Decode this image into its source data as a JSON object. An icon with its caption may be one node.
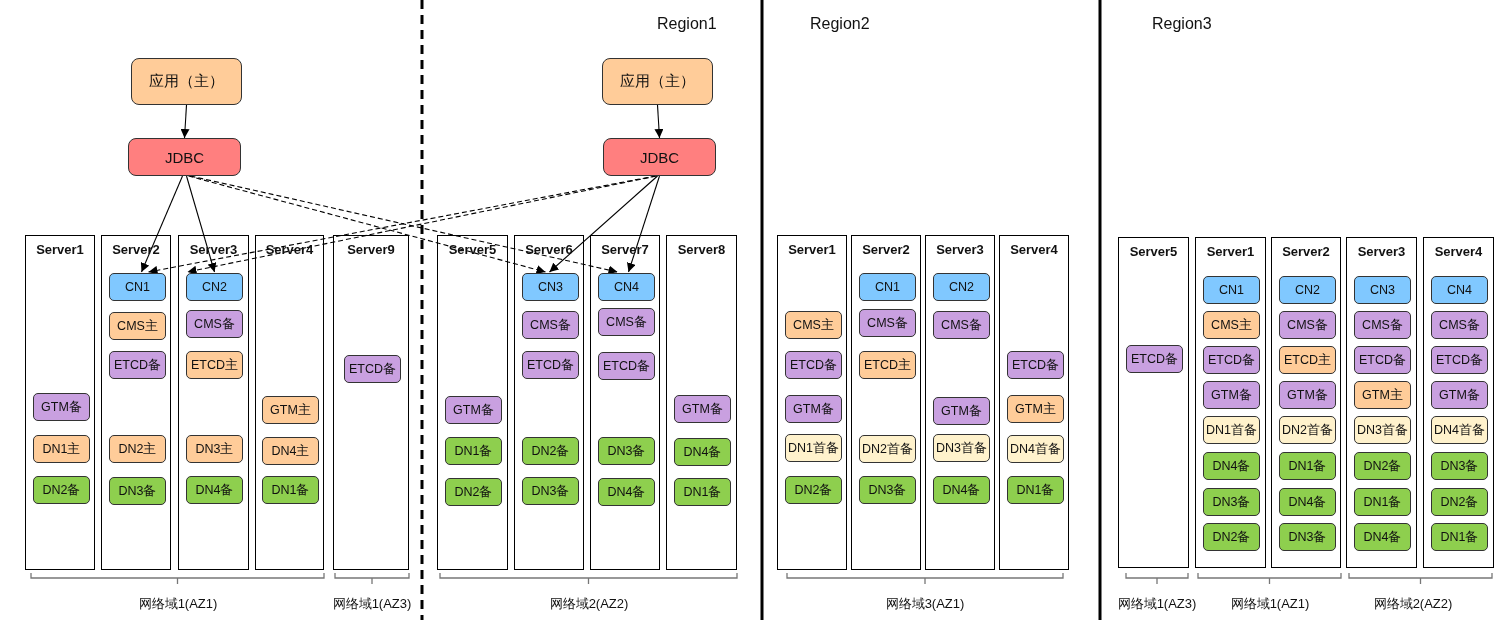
{
  "diagram": {
    "nodes": [
      {
        "text": [
          "应用（主）"
        ]
      },
      {
        "text": [
          "JDBC"
        ]
      },
      {
        "text": [
          "应用（主）"
        ]
      },
      {
        "text": [
          "JDBC"
        ]
      },
      {
        "text": [
          "Server1"
        ]
      },
      {
        "text": [
          "GTM备"
        ],
        "in": 4
      },
      {
        "text": [
          "DN1主"
        ],
        "in": 4
      },
      {
        "text": [
          "DN2备"
        ],
        "in": 4
      },
      {
        "text": [
          "Server2"
        ]
      },
      {
        "text": [
          "CN1"
        ],
        "in": 8
      },
      {
        "text": [
          "CMS主"
        ],
        "in": 8
      },
      {
        "text": [
          "ETCD备"
        ],
        "in": 8
      },
      {
        "text": [
          "DN2主"
        ],
        "in": 8
      },
      {
        "text": [
          "DN3备"
        ],
        "in": 8
      },
      {
        "text": [
          "Server3"
        ]
      },
      {
        "text": [
          "CN2"
        ],
        "in": 14
      },
      {
        "text": [
          "CMS备"
        ],
        "in": 14
      },
      {
        "text": [
          "ETCD主"
        ],
        "in": 14
      },
      {
        "text": [
          "DN3主"
        ],
        "in": 14
      },
      {
        "text": [
          "DN4备"
        ],
        "in": 14
      },
      {
        "text": [
          "Server4"
        ]
      },
      {
        "text": [
          "GTM主"
        ],
        "in": 20
      },
      {
        "text": [
          "DN4主"
        ],
        "in": 20
      },
      {
        "text": [
          "DN1备"
        ],
        "in": 20
      },
      {
        "text": [
          "Server9"
        ]
      },
      {
        "text": [
          "ETCD备"
        ],
        "in": 24
      },
      {
        "text": [
          "Server5"
        ]
      },
      {
        "text": [
          "GTM备"
        ],
        "in": 26
      },
      {
        "text": [
          "DN1备"
        ],
        "in": 26
      },
      {
        "text": [
          "DN2备"
        ],
        "in": 26
      },
      {
        "text": [
          "Server6"
        ]
      },
      {
        "text": [
          "CN3"
        ],
        "in": 30
      },
      {
        "text": [
          "CMS备"
        ],
        "in": 30
      },
      {
        "text": [
          "ETCD备"
        ],
        "in": 30
      },
      {
        "text": [
          "DN2备"
        ],
        "in": 30
      },
      {
        "text": [
          "DN3备"
        ],
        "in": 30
      },
      {
        "text": [
          "Server7"
        ]
      },
      {
        "text": [
          "CN4"
        ],
        "in": 36
      },
      {
        "text": [
          "CMS备"
        ],
        "in": 36
      },
      {
        "text": [
          "ETCD备"
        ],
        "in": 36
      },
      {
        "text": [
          "DN3备"
        ],
        "in": 36
      },
      {
        "text": [
          "DN4备"
        ],
        "in": 36
      },
      {
        "text": [
          "Server8"
        ]
      },
      {
        "text": [
          "GTM备"
        ],
        "in": 42
      },
      {
        "text": [
          "DN4备"
        ],
        "in": 42
      },
      {
        "text": [
          "DN1备"
        ],
        "in": 42
      },
      {
        "text": [
          "Server1"
        ]
      },
      {
        "text": [
          "CMS主"
        ],
        "in": 46
      },
      {
        "text": [
          "ETCD备"
        ],
        "in": 46
      },
      {
        "text": [
          "GTM备"
        ],
        "in": 46
      },
      {
        "text": [
          "DN1首备"
        ],
        "in": 46
      },
      {
        "text": [
          "DN2备"
        ],
        "in": 46
      },
      {
        "text": [
          "Server2"
        ]
      },
      {
        "text": [
          "CN1"
        ],
        "in": 52
      },
      {
        "text": [
          "CMS备"
        ],
        "in": 52
      },
      {
        "text": [
          "ETCD主"
        ],
        "in": 52
      },
      {
        "text": [
          "DN2首备"
        ],
        "in": 52
      },
      {
        "text": [
          "DN3备"
        ],
        "in": 52
      },
      {
        "text": [
          "Server3"
        ]
      },
      {
        "text": [
          "CN2"
        ],
        "in": 58
      },
      {
        "text": [
          "CMS备"
        ],
        "in": 58
      },
      {
        "text": [
          "GTM备"
        ],
        "in": 58
      },
      {
        "text": [
          "DN3首备"
        ],
        "in": 58
      },
      {
        "text": [
          "DN4备"
        ],
        "in": 58
      },
      {
        "text": [
          "Server4"
        ]
      },
      {
        "text": [
          "ETCD备"
        ],
        "in": 64
      },
      {
        "text": [
          "GTM主"
        ],
        "in": 64
      },
      {
        "text": [
          "DN4首备"
        ],
        "in": 64
      },
      {
        "text": [
          "DN1备"
        ],
        "in": 64
      },
      {
        "text": [
          "Server5"
        ]
      },
      {
        "text": [
          "ETCD备"
        ],
        "in": 69
      },
      {
        "text": [
          "Server1"
        ]
      },
      {
        "text": [
          "CN1"
        ],
        "in": 71
      },
      {
        "text": [
          "CMS主"
        ],
        "in": 71
      },
      {
        "text": [
          "ETCD备"
        ],
        "in": 71
      },
      {
        "text": [
          "GTM备"
        ],
        "in": 71
      },
      {
        "text": [
          "DN1首备"
        ],
        "in": 71
      },
      {
        "text": [
          "DN4备"
        ],
        "in": 71
      },
      {
        "text": [
          "DN3备"
        ],
        "in": 71
      },
      {
        "text": [
          "DN2备"
        ],
        "in": 71
      },
      {
        "text": [
          "Server2"
        ]
      },
      {
        "text": [
          "CN2"
        ],
        "in": 80
      },
      {
        "text": [
          "CMS备"
        ],
        "in": 80
      },
      {
        "text": [
          "ETCD主"
        ],
        "in": 80
      },
      {
        "text": [
          "GTM备"
        ],
        "in": 80
      },
      {
        "text": [
          "DN2首备"
        ],
        "in": 80
      },
      {
        "text": [
          "DN1备"
        ],
        "in": 80
      },
      {
        "text": [
          "DN4备"
        ],
        "in": 80
      },
      {
        "text": [
          "DN3备"
        ],
        "in": 80
      },
      {
        "text": [
          "Server3"
        ]
      },
      {
        "text": [
          "CN3"
        ],
        "in": 89
      },
      {
        "text": [
          "CMS备"
        ],
        "in": 89
      },
      {
        "text": [
          "ETCD备"
        ],
        "in": 89
      },
      {
        "text": [
          "GTM主"
        ],
        "in": 89
      },
      {
        "text": [
          "DN3首备"
        ],
        "in": 89
      },
      {
        "text": [
          "DN2备"
        ],
        "in": 89
      },
      {
        "text": [
          "DN1备"
        ],
        "in": 89
      },
      {
        "text": [
          "DN4备"
        ],
        "in": 89
      },
      {
        "text": [
          "Server4"
        ]
      },
      {
        "text": [
          "CN4"
        ],
        "in": 98
      },
      {
        "text": [
          "CMS备"
        ],
        "in": 98
      },
      {
        "text": [
          "ETCD备"
        ],
        "in": 98
      },
      {
        "text": [
          "GTM备"
        ],
        "in": 98
      },
      {
        "text": [
          "DN4首备"
        ],
        "in": 98
      },
      {
        "text": [
          "DN3备"
        ],
        "in": 98
      },
      {
        "text": [
          "DN2备"
        ],
        "in": 98
      },
      {
        "text": [
          "DN1备"
        ],
        "in": 98
      }
    ],
    "edges": [
      {
        "from": 0,
        "to": 1,
        "arrow": "to"
      },
      {
        "from": 2,
        "to": 3,
        "arrow": "to"
      },
      {
        "from": 1,
        "to": 9,
        "arrow": "to"
      },
      {
        "from": 1,
        "to": 15,
        "arrow": "to"
      },
      {
        "from": 1,
        "to": 31,
        "arrow": "to",
        "style": "dashed"
      },
      {
        "from": 1,
        "to": 37,
        "arrow": "to",
        "style": "dashed"
      },
      {
        "from": 3,
        "to": 31,
        "arrow": "to"
      },
      {
        "from": 3,
        "to": 37,
        "arrow": "to"
      },
      {
        "from": 3,
        "to": 9,
        "arrow": "to",
        "style": "dashed"
      },
      {
        "from": 3,
        "to": 15,
        "arrow": "to",
        "style": "dashed"
      }
    ],
    "labels": [
      "Region1",
      "Region2",
      "Region3",
      "网络域1(AZ1)",
      "网络域1(AZ3)",
      "网络域2(AZ2)",
      "网络域3(AZ1)",
      "网络域1(AZ3)",
      "网络域1(AZ1)",
      "网络域2(AZ2)"
    ]
  }
}
